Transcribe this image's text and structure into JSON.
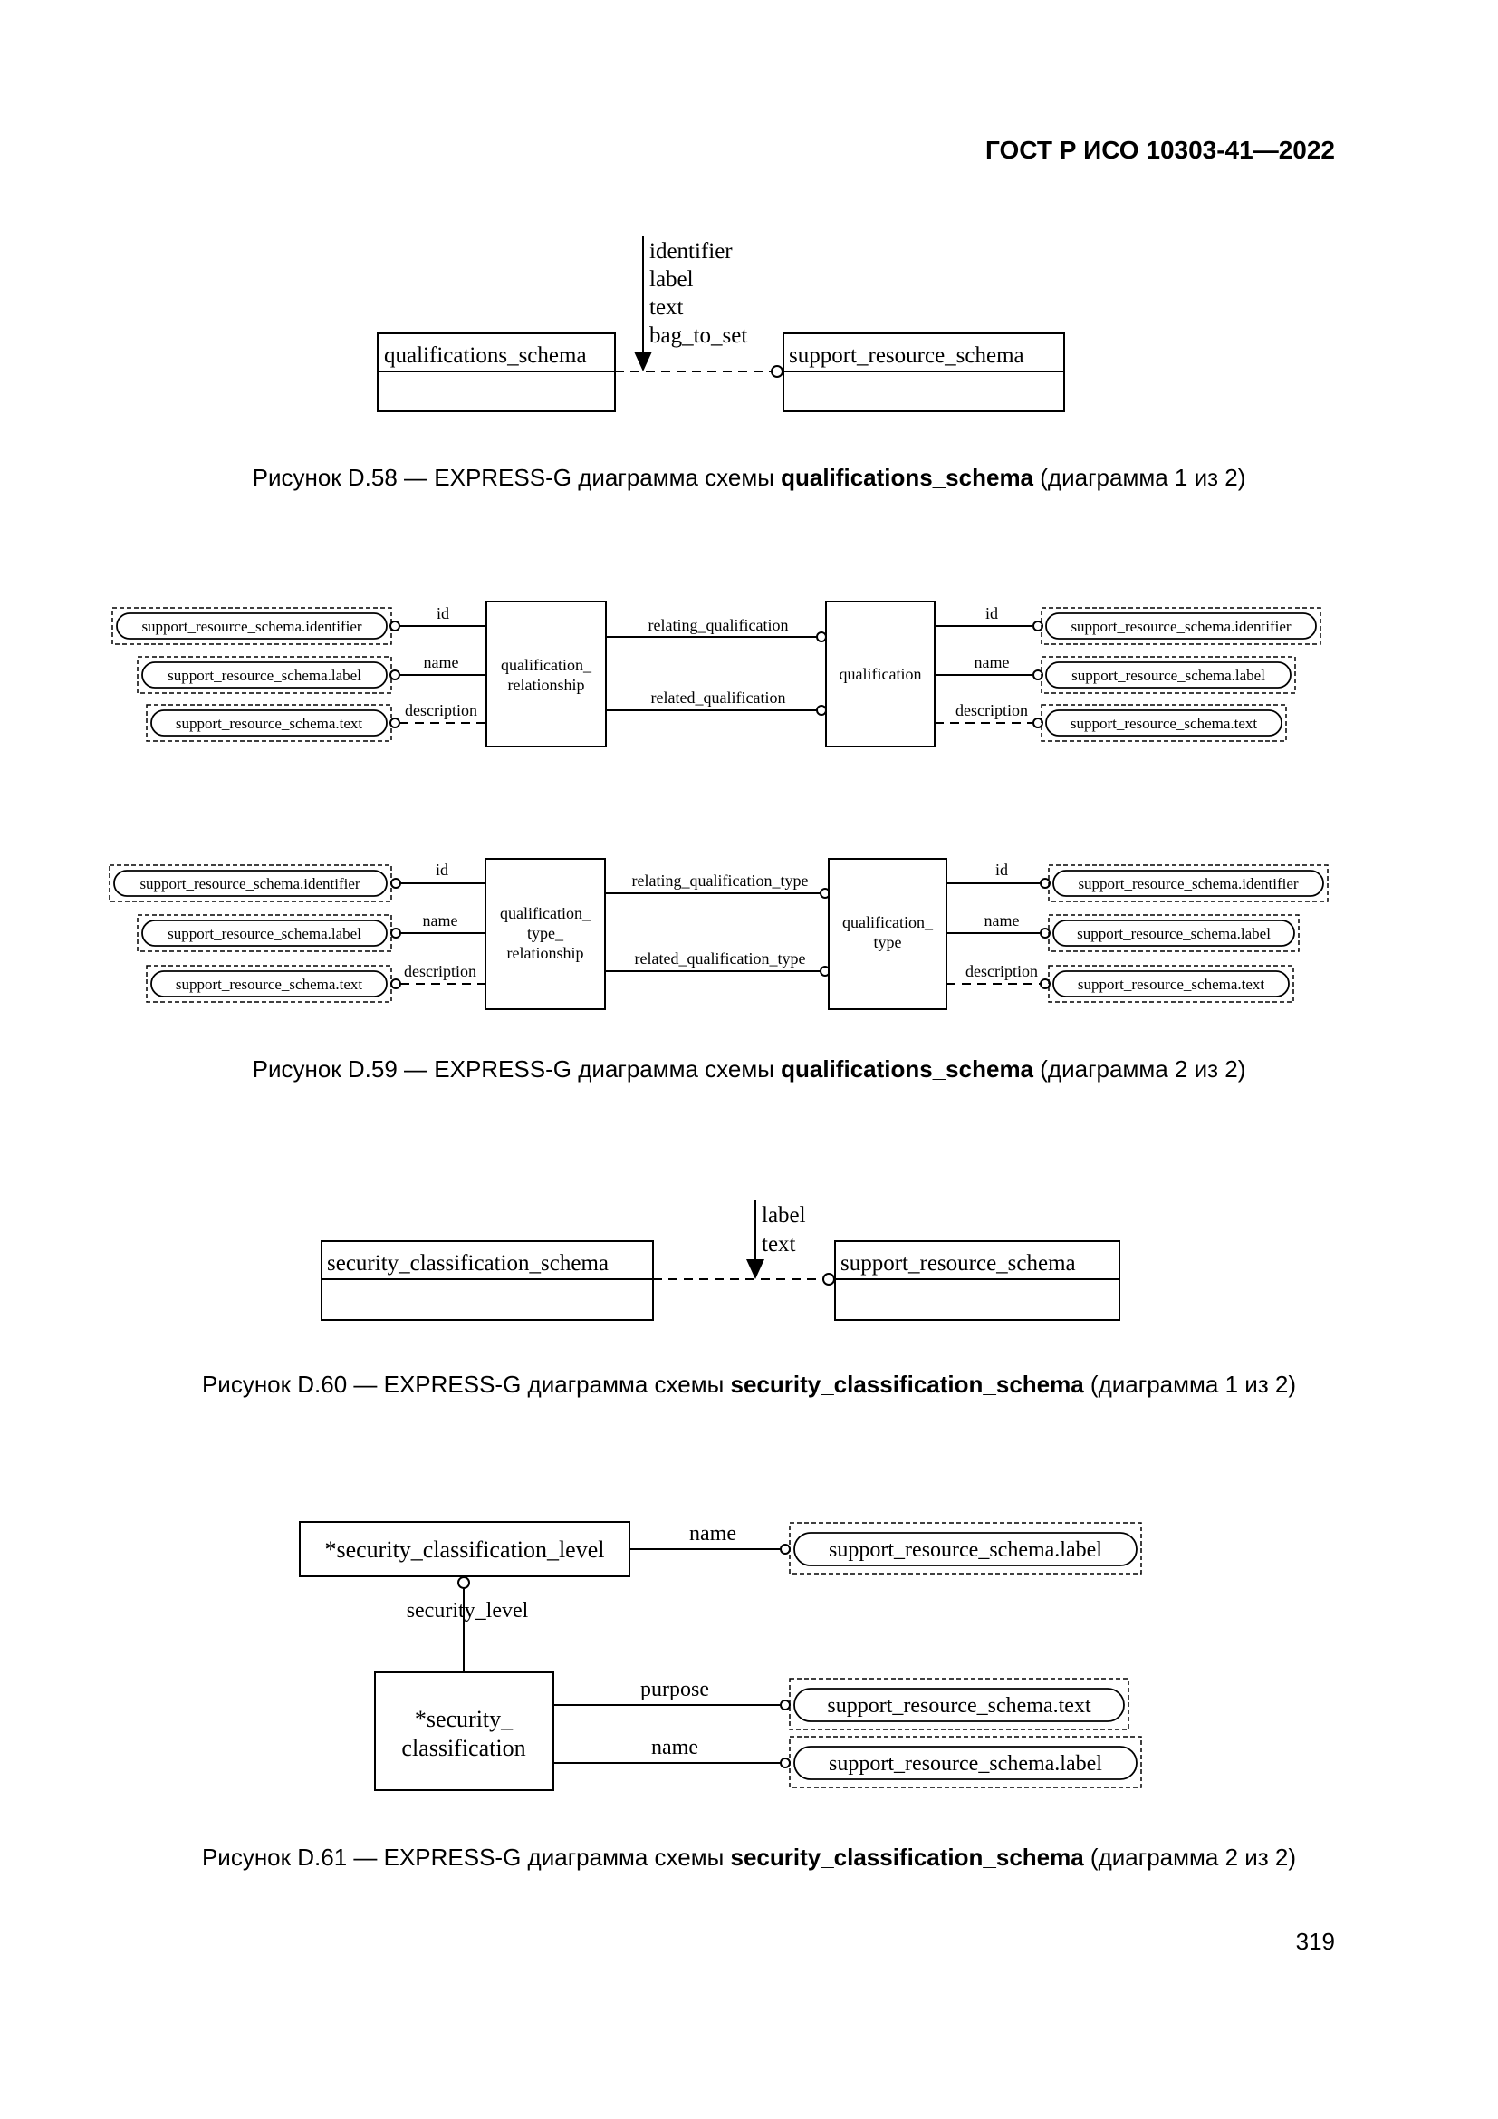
{
  "header": {
    "doc_id": "ГОСТ Р ИСО 10303-41—2022"
  },
  "page_number": "319",
  "figures": {
    "d58": {
      "caption_prefix": "Рисунок D.58 — EXPRESS-G диаграмма схемы ",
      "caption_bold": "qualifications_schema",
      "caption_suffix": " (диаграмма 1 из 2)",
      "left_schema": "qualifications_schema",
      "right_schema": "support_resource_schema",
      "imports": [
        "identifier",
        "label",
        "text",
        "bag_to_set"
      ]
    },
    "d59": {
      "caption_prefix": "Рисунок D.59 — EXPRESS-G диаграмма схемы ",
      "caption_bold": "qualifications_schema",
      "caption_suffix": " (диаграмма 2 из 2)",
      "types": {
        "identifier": "support_resource_schema.identifier",
        "label": "support_resource_schema.label",
        "text": "support_resource_schema.text"
      },
      "attrs": {
        "id": "id",
        "name": "name",
        "description": "description"
      },
      "row1": {
        "left_entity_line1": "qualification_",
        "left_entity_line2": "relationship",
        "right_entity": "qualification",
        "relating": "relating_qualification",
        "related": "related_qualification"
      },
      "row2": {
        "left_entity_line1": "qualification_",
        "left_entity_line2": "type_",
        "left_entity_line3": "relationship",
        "right_entity_line1": "qualification_",
        "right_entity_line2": "type",
        "relating": "relating_qualification_type",
        "related": "related_qualification_type"
      }
    },
    "d60": {
      "caption_prefix": "Рисунок D.60 — EXPRESS-G диаграмма схемы ",
      "caption_bold": "security_classification_schema",
      "caption_suffix": " (диаграмма 1 из 2)",
      "left_schema": "security_classification_schema",
      "right_schema": "support_resource_schema",
      "imports": [
        "label",
        "text"
      ]
    },
    "d61": {
      "caption_prefix": "Рисунок D.61 — EXPRESS-G диаграмма схемы ",
      "caption_bold": "security_classification_schema",
      "caption_suffix": " (диаграмма 2 из 2)",
      "level_entity": "*security_classification_level",
      "level_attr_name": "name",
      "level_type": "support_resource_schema.label",
      "link_attr": "security_level",
      "class_entity_line1": "*security_",
      "class_entity_line2": "classification",
      "purpose_attr": "purpose",
      "purpose_type": "support_resource_schema.text",
      "name_attr": "name",
      "name_type": "support_resource_schema.label"
    }
  }
}
